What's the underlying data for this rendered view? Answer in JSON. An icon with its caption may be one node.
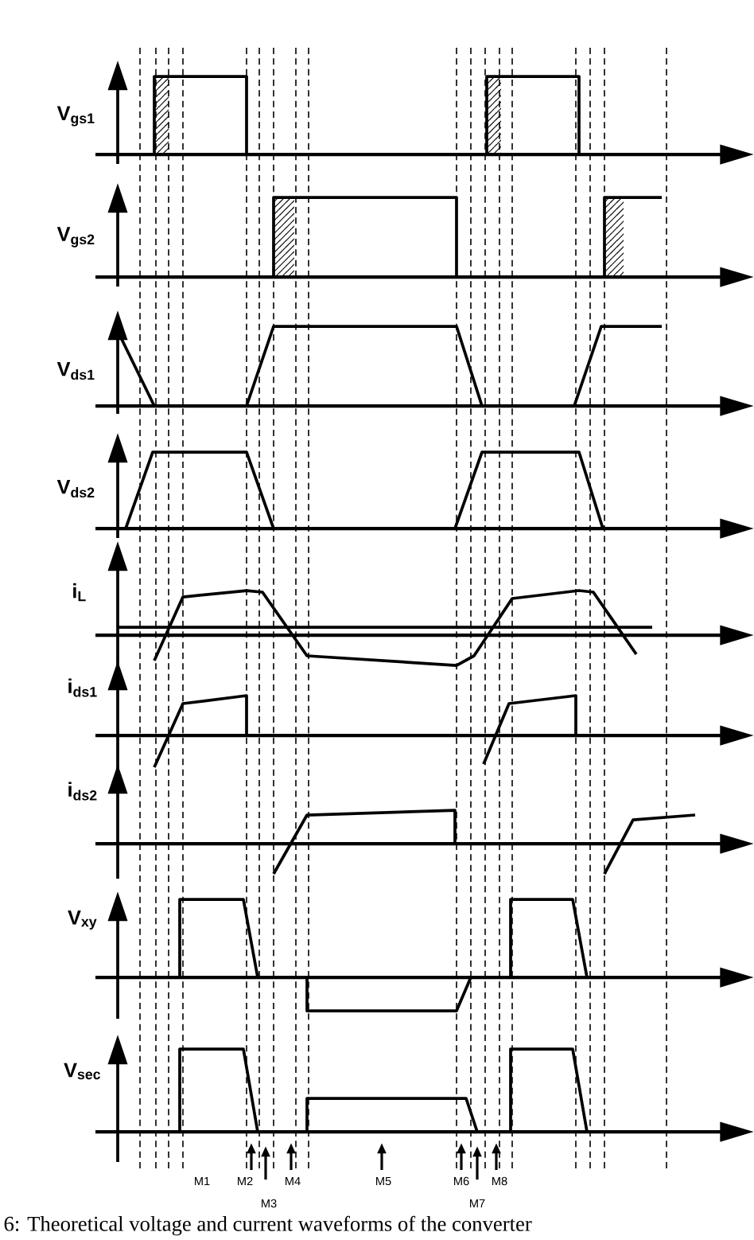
{
  "diagram": {
    "caption": "6: Theoretical voltage and current waveforms of the converter",
    "labels": [
      "V$_{gs1}$",
      "V$_{gs2}$",
      "V$_{ds1}$",
      "V$_{ds2}$",
      "i$_{L}$",
      "i$_{ds1}$",
      "i$_{ds2}$",
      "V$_{xy}$",
      "V$_{sec}$",
      "M1",
      "M2",
      "M4",
      "M5",
      "M6",
      "M8",
      "M3",
      "M7"
    ]
  }
}
